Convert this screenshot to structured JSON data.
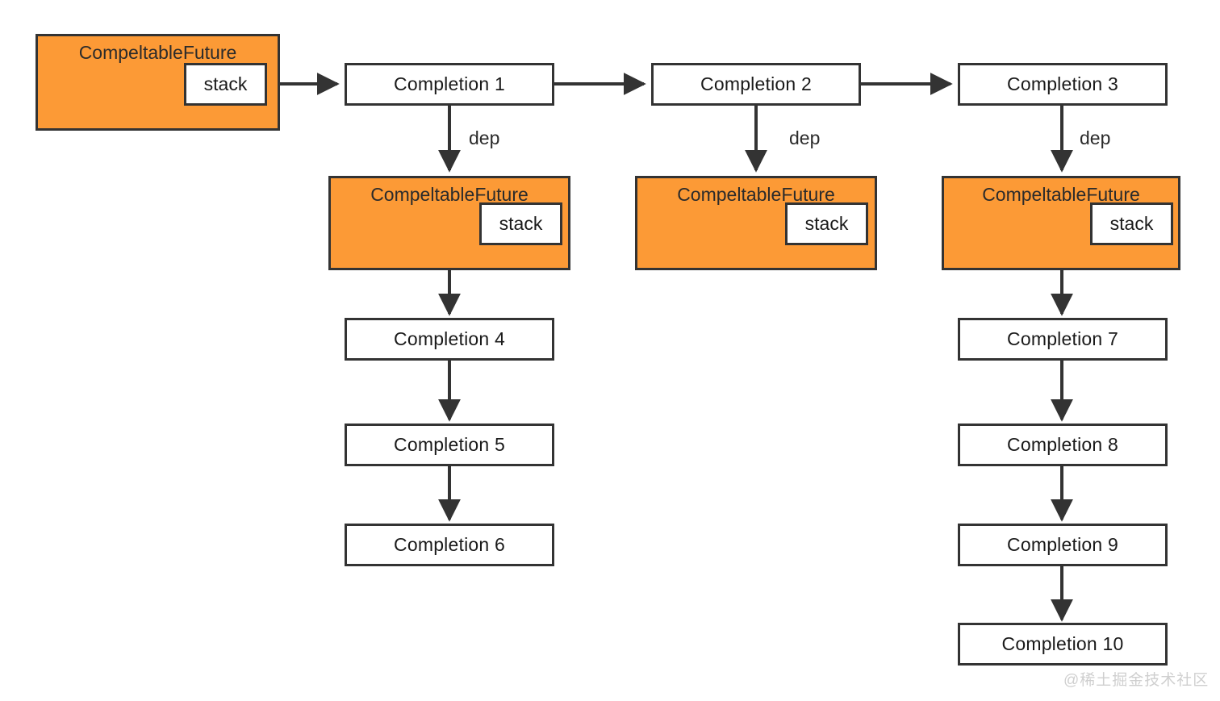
{
  "diagram": {
    "title_text": "CompeltableFuture",
    "stack_text": "stack",
    "dep_label": "dep",
    "watermark": "@稀土掘金技术社区",
    "colors": {
      "future_fill": "#FC9A36",
      "stroke": "#333333",
      "node_fill": "#ffffff",
      "text": "#1a1a1a",
      "watermark": "#cfcfcf"
    },
    "futures": [
      {
        "name": "future-root",
        "title": "CompeltableFuture",
        "stack": "stack"
      },
      {
        "name": "future-col1",
        "title": "CompeltableFuture",
        "stack": "stack"
      },
      {
        "name": "future-col2",
        "title": "CompeltableFuture",
        "stack": "stack"
      },
      {
        "name": "future-col3",
        "title": "CompeltableFuture",
        "stack": "stack"
      }
    ],
    "completions": [
      {
        "id": 1,
        "label": "Completion 1"
      },
      {
        "id": 2,
        "label": "Completion 2"
      },
      {
        "id": 3,
        "label": "Completion 3"
      },
      {
        "id": 4,
        "label": "Completion 4"
      },
      {
        "id": 5,
        "label": "Completion 5"
      },
      {
        "id": 6,
        "label": "Completion 6"
      },
      {
        "id": 7,
        "label": "Completion 7"
      },
      {
        "id": 8,
        "label": "Completion 8"
      },
      {
        "id": 9,
        "label": "Completion 9"
      },
      {
        "id": 10,
        "label": "Completion 10"
      }
    ],
    "edge_labels": [
      {
        "name": "dep-label-1",
        "text": "dep"
      },
      {
        "name": "dep-label-2",
        "text": "dep"
      },
      {
        "name": "dep-label-3",
        "text": "dep"
      }
    ]
  }
}
